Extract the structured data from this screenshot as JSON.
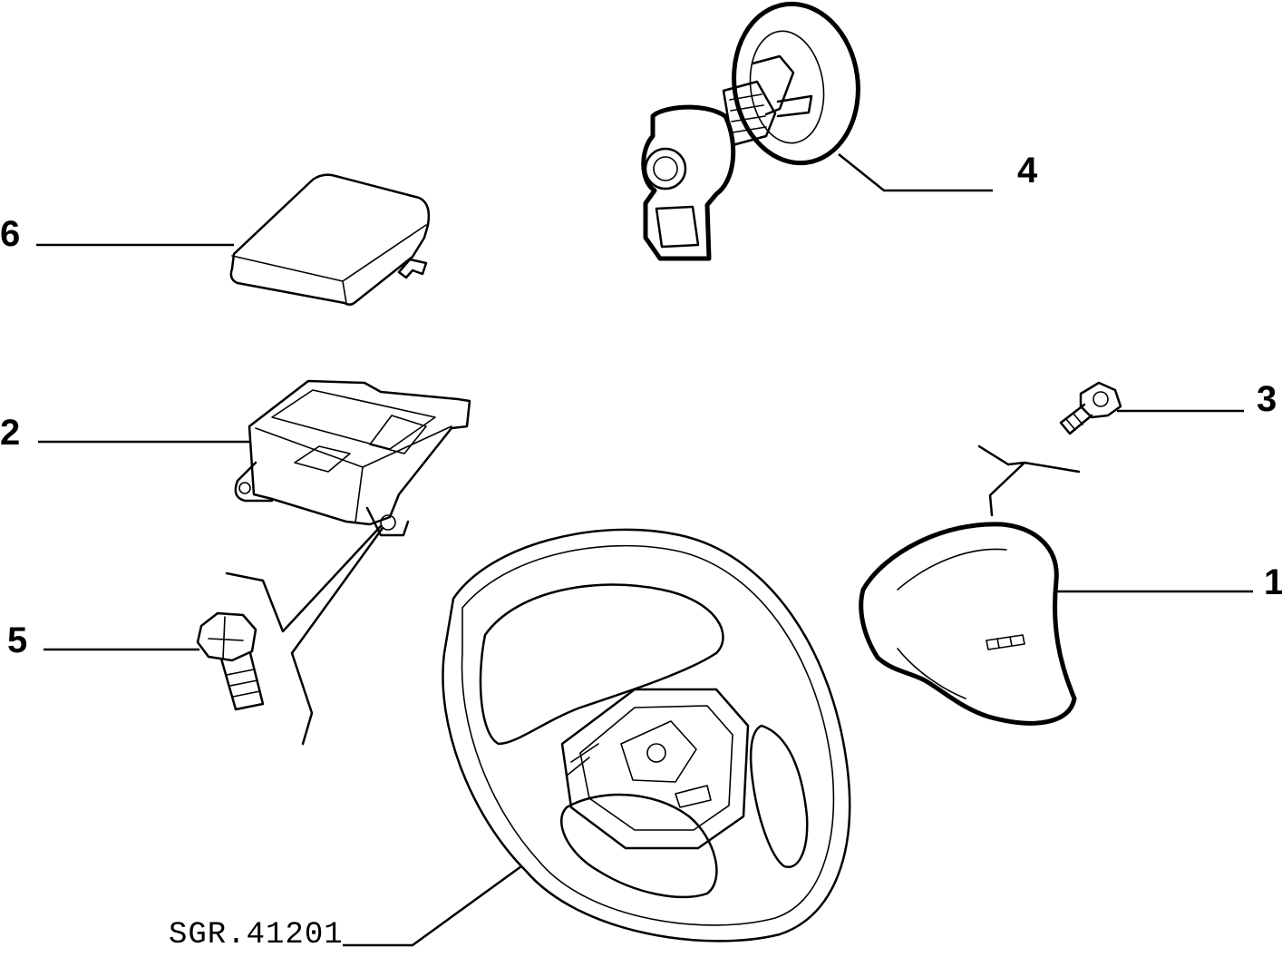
{
  "callouts": [
    {
      "id": "1",
      "label": "1"
    },
    {
      "id": "2",
      "label": "2"
    },
    {
      "id": "3",
      "label": "3"
    },
    {
      "id": "4",
      "label": "4"
    },
    {
      "id": "5",
      "label": "5"
    },
    {
      "id": "6",
      "label": "6"
    }
  ],
  "diagram_code": "SGR.41201"
}
